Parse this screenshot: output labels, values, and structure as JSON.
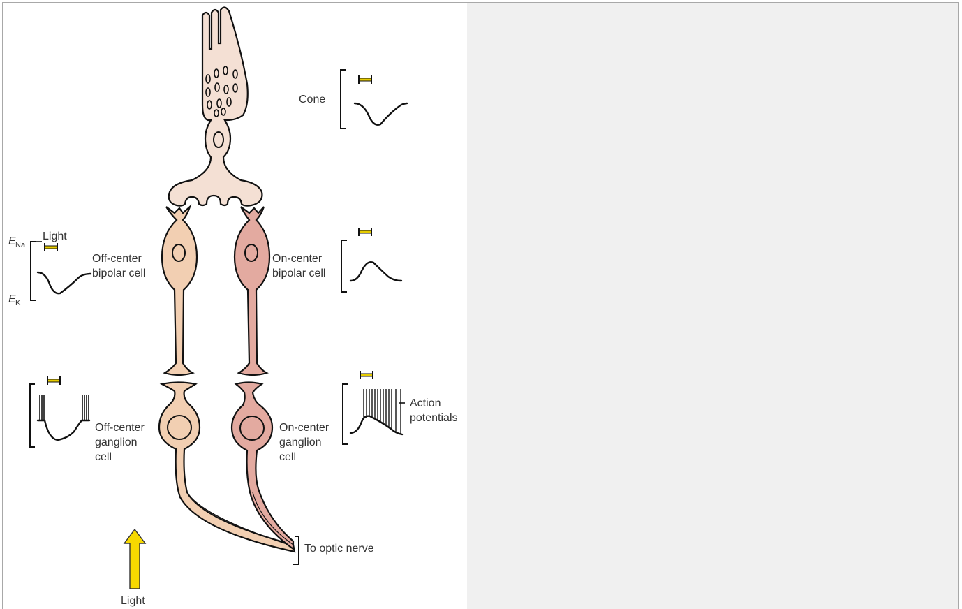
{
  "labels": {
    "cone": "Cone",
    "light_top": "Light",
    "e_na_main": "E",
    "e_na_sub": "Na",
    "e_k_main": "E",
    "e_k_sub": "K",
    "off_bipolar_1": "Off-center",
    "off_bipolar_2": "bipolar cell",
    "on_bipolar_1": "On-center",
    "on_bipolar_2": "bipolar cell",
    "off_ganglion_1": "Off-center",
    "off_ganglion_2": "ganglion",
    "off_ganglion_3": "cell",
    "on_ganglion_1": "On-center",
    "on_ganglion_2": "ganglion",
    "on_ganglion_3": "cell",
    "action_1": "Action",
    "action_2": "potentials",
    "optic_nerve": "To optic nerve",
    "light_bottom": "Light"
  },
  "colors": {
    "cone_fill": "#f4e0d4",
    "off_cell_fill": "#f2cfb2",
    "on_cell_fill": "#e3aaa0",
    "light_arrow": "#f7d900",
    "stimulus_bar": "#e6cc00"
  }
}
